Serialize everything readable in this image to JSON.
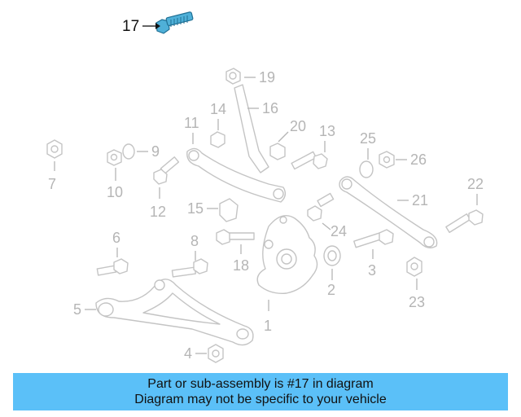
{
  "diagram": {
    "highlight_color": "#4fb0d8",
    "banner_color": "#5bc0f8",
    "callouts": {
      "c1": "1",
      "c2": "2",
      "c3": "3",
      "c4": "4",
      "c5": "5",
      "c6": "6",
      "c7": "7",
      "c8": "8",
      "c9": "9",
      "c10": "10",
      "c11": "11",
      "c12": "12",
      "c13": "13",
      "c14": "14",
      "c15": "15",
      "c16": "16",
      "c17": "17",
      "c18": "18",
      "c19": "19",
      "c20": "20",
      "c21": "21",
      "c22": "22",
      "c23": "23",
      "c24": "24",
      "c25": "25",
      "c26": "26"
    },
    "highlighted_part": "17"
  },
  "banner": {
    "line1": "Part or sub-assembly is #17 in diagram",
    "line2": "Diagram may not be specific to your vehicle"
  }
}
